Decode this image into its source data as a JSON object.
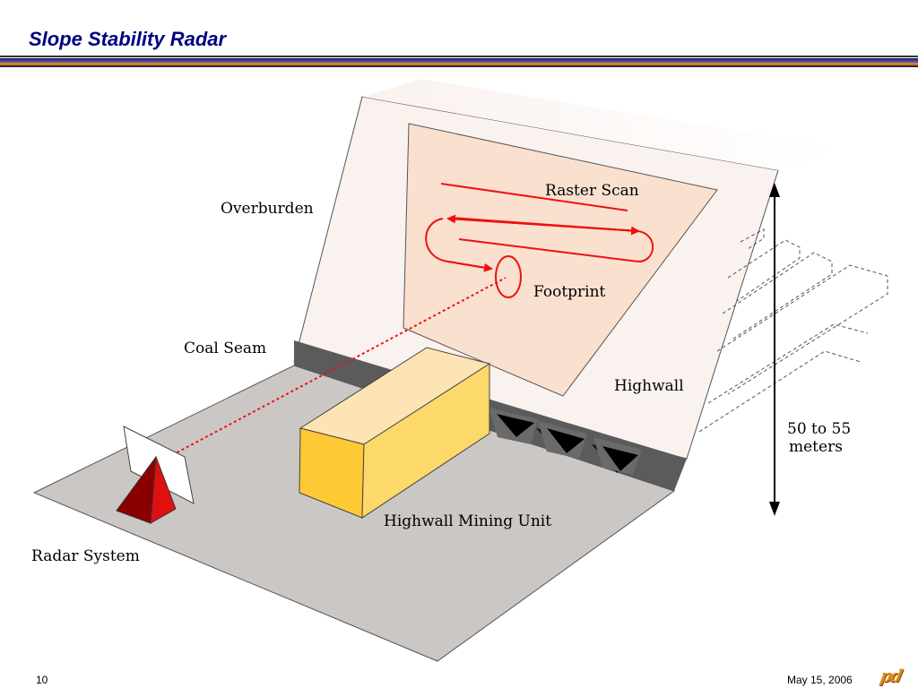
{
  "slide": {
    "title": "Slope Stability Radar",
    "page_number": "10",
    "date": "May 15, 2006",
    "logo_text": "pd"
  },
  "diagram": {
    "labels": {
      "overburden": "Overburden",
      "coal_seam": "Coal Seam",
      "raster_scan": "Raster Scan",
      "footprint": "Footprint",
      "highwall": "Highwall",
      "height_line1": "50  to 55",
      "height_line2": "meters",
      "mining_unit": "Highwall Mining Unit",
      "radar_system": "Radar System"
    },
    "colors": {
      "ground": "#cbc7c5",
      "wall": "#faf2ef",
      "scan_area": "#fae0cf",
      "coal_seam": "#5b5b5b",
      "scan_red": "#ee1111",
      "unit_top": "#fde4b4",
      "unit_front": "#ffc935",
      "unit_side": "#fdd86a",
      "radar_red": "#c40000"
    }
  }
}
